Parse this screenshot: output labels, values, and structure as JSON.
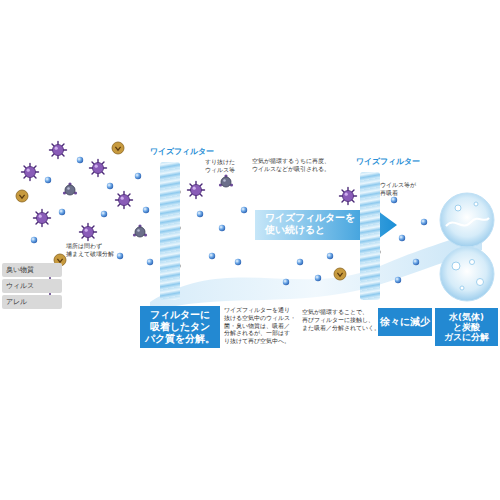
{
  "diagram": {
    "nodes": [
      {
        "text": [
          "ワイズフィルター"
        ]
      },
      {
        "text": [
          "ワイズフィルターを 使い続けると"
        ]
      },
      {
        "text": [
          "ワイズフィルター"
        ]
      },
      {
        "text": [
          "フィルターに 吸着したタン パク質を分解。"
        ]
      },
      {
        "text": [
          "徐々に減少"
        ]
      },
      {
        "text": [
          "水(気体)と炭酸 ガスに分解"
        ]
      }
    ],
    "labels": [
      "すり抜けた ウィルス等",
      "場所は問わず 捕まえて破壊分解",
      "ワイズフィルターを通り 抜ける空気中のウィルス・ 菌・臭い物質は、吸着／ 分解されるが、一部はす り抜けて再び空気中へ。",
      "空気が循環するうちに再度、 ウイルスなどが吸引される。",
      "ウイルス等が 再吸着",
      "空気が循環することで、 再びフィルターに接触し、 また吸着／分解されていく。"
    ],
    "legend": [
      {
        "text": "臭い物質"
      },
      {
        "text": "ウィルス"
      },
      {
        "text": "アレル"
      }
    ]
  }
}
